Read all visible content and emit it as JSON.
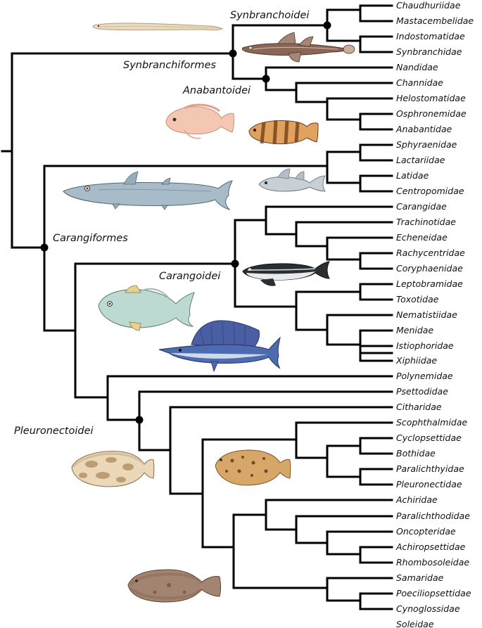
{
  "clades": {
    "synbranchoidei": "Synbranchoidei",
    "synbranchiformes": "Synbranchiformes",
    "anabantoidei": "Anabantoidei",
    "carangiformes": "Carangiformes",
    "carangoidei": "Carangoidei",
    "pleuronectoidei": "Pleuronectoidei"
  },
  "taxa": [
    "Chaudhuriidae",
    "Mastacembelidae",
    "Indostomatidae",
    "Synbranchidae",
    "Nandidae",
    "Channidae",
    "Helostomatidae",
    "Osphronemidae",
    "Anabantidae",
    "Sphyraenidae",
    "Lactariidae",
    "Latidae",
    "Centropomidae",
    "Carangidae",
    "Trachinotidae",
    "Echeneidae",
    "Rachycentridae",
    "Coryphaenidae",
    "Leptobramidae",
    "Toxotidae",
    "Nematistiidae",
    "Menidae",
    "Istiophoridae",
    "Xiphiidae",
    "Polynemidae",
    "Psettodidae",
    "Citharidae",
    "Scophthalmidae",
    "Cyclopsettidae",
    "Bothidae",
    "Paralichthyidae",
    "Pleuronectidae",
    "Achiridae",
    "Paralichthodidae",
    "Oncopteridae",
    "Achiropsettidae",
    "Rhombosoleidae",
    "Samaridae",
    "Poeciliopsettidae",
    "Cynoglossidae",
    "Soleidae"
  ],
  "illustrations": [
    "eel-icon",
    "spiny-eel-icon",
    "gourami-icon",
    "leaffish-icon",
    "barracuda-icon",
    "snook-icon",
    "cobia-icon",
    "trevally-icon",
    "sailfish-icon",
    "flounder-spotted-icon",
    "turbot-icon",
    "sole-icon"
  ]
}
